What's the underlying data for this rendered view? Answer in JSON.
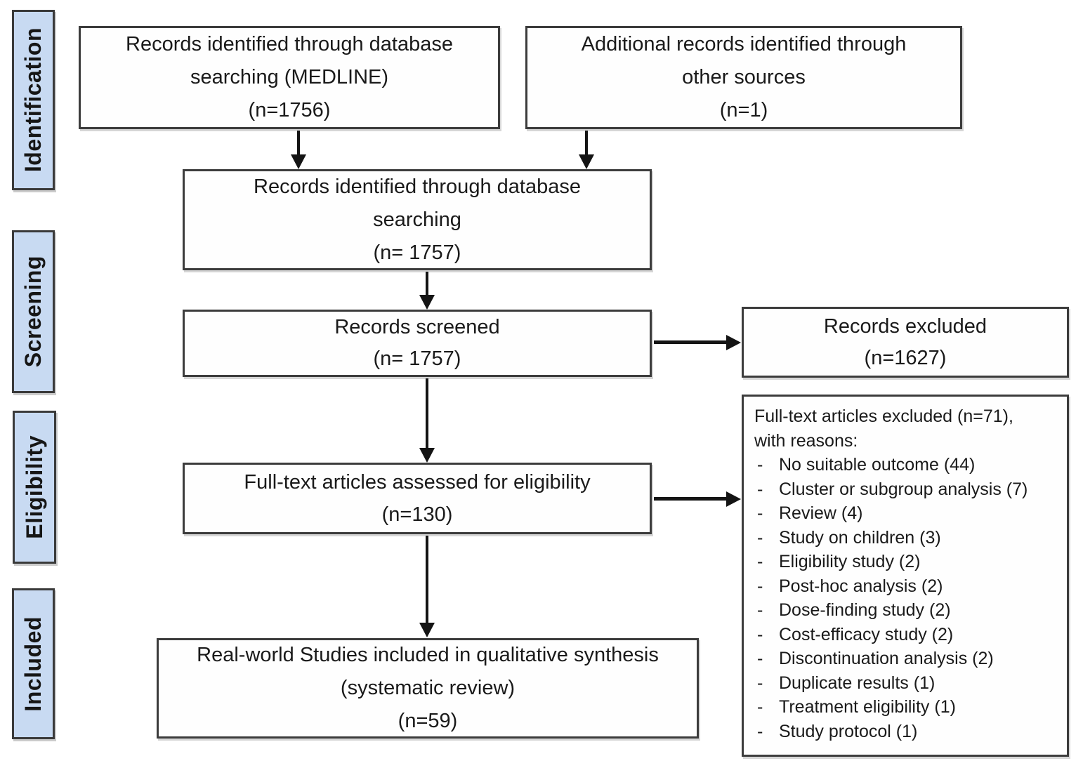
{
  "diagram": {
    "type": "prisma-flow",
    "colors": {
      "stage_fill": "#c8daf2",
      "box_fill": "#fefefe",
      "border": "#3c3c3c",
      "arrow": "#141414",
      "text": "#1a1a1a"
    },
    "stages": [
      {
        "label": "Identification"
      },
      {
        "label": "Screening"
      },
      {
        "label": "Eligibility"
      },
      {
        "label": "Included"
      }
    ],
    "boxes": {
      "db_search": {
        "lines": [
          "Records identified through database",
          "searching (MEDLINE)",
          "(n=1756)"
        ]
      },
      "other_sources": {
        "lines": [
          "Additional records identified through",
          "other sources",
          "(n=1)"
        ]
      },
      "combined": {
        "lines": [
          "Records identified through database",
          "searching",
          "(n= 1757)"
        ]
      },
      "screened": {
        "lines": [
          "Records screened",
          "(n= 1757)"
        ]
      },
      "excluded": {
        "lines": [
          "Records excluded",
          "(n=1627)"
        ]
      },
      "fulltext": {
        "lines": [
          "Full-text articles assessed for eligibility",
          "(n=130)"
        ]
      },
      "reasons": {
        "title_lines": [
          "Full-text articles excluded (n=71),",
          "with reasons:"
        ],
        "bullet": "-",
        "items": [
          "No suitable outcome (44)",
          "Cluster or subgroup analysis (7)",
          "Review (4)",
          "Study on children (3)",
          "Eligibility study (2)",
          "Post-hoc analysis (2)",
          "Dose-finding study (2)",
          "Cost-efficacy study (2)",
          "Discontinuation analysis (2)",
          "Duplicate results (1)",
          "Treatment eligibility (1)",
          "Study protocol (1)"
        ]
      },
      "included": {
        "lines": [
          "Real-world Studies included in qualitative synthesis",
          "(systematic review)",
          "(n=59)"
        ]
      }
    }
  }
}
